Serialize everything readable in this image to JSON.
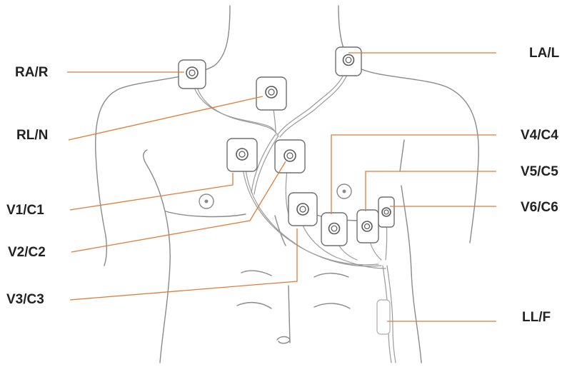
{
  "labels": {
    "ra": "RA/R",
    "rl": "RL/N",
    "v1": "V1/C1",
    "v2": "V2/C2",
    "v3": "V3/C3",
    "la": "LA/L",
    "v4": "V4/C4",
    "v5": "V5/C5",
    "v6": "V6/C6",
    "ll": "LL/F"
  },
  "colors": {
    "leader": "#e07b39",
    "label": "#222222",
    "outline": "#8a8a8a"
  }
}
